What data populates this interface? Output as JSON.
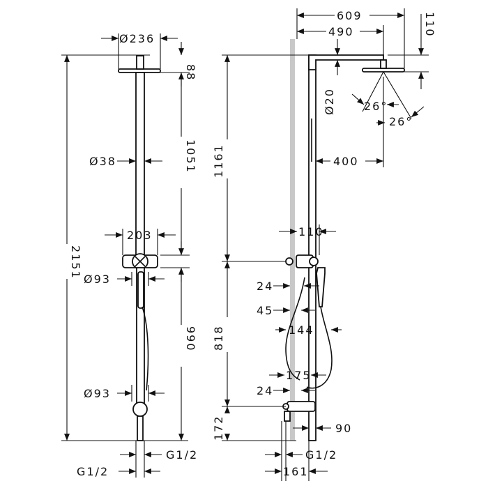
{
  "front_view": {
    "head_diameter": "Ø236",
    "head_thickness": "88",
    "pipe_diameter": "Ø38",
    "upper_pipe_length": "1051",
    "total_height": "2151",
    "thermostat_width": "203",
    "thermostat_diameter": "Ø93",
    "lower_section_height": "990",
    "bottom_diameter": "Ø93",
    "connection_left": "G1/2",
    "connection_right": "G1/2"
  },
  "side_view": {
    "total_reach": "609",
    "arm_length": "490",
    "top_clearance": "110",
    "head_pipe_diameter": "Ø20",
    "tilt_angle_1": "26°",
    "tilt_angle_2": "26°",
    "head_to_pipe": "400",
    "upper_height": "1161",
    "wall_offset": "110",
    "hose_offset_1": "24",
    "hose_offset_2": "45",
    "hose_loop_width": "144",
    "middle_height": "818",
    "hose_span": "175",
    "lower_offset": "24",
    "mixer_projection": "90",
    "bottom_height": "172",
    "connection": "G1/2",
    "connection_spacing": "161"
  }
}
